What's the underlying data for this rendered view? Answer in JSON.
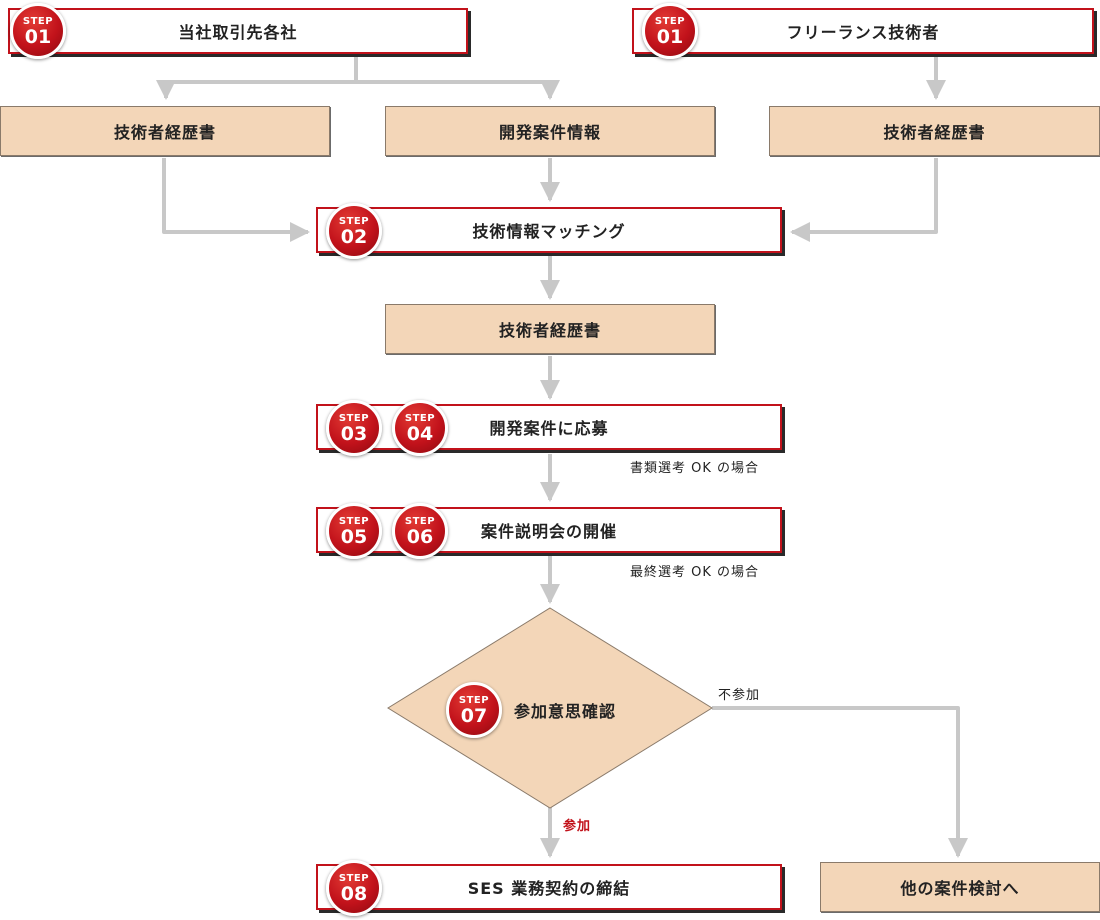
{
  "badge_label": "STEP",
  "nodes": {
    "client_company": {
      "label": "当社取引先各社",
      "step": "01"
    },
    "freelance_engineer": {
      "label": "フリーランス技術者",
      "step": "01"
    },
    "resume_left": {
      "label": "技術者経歴書"
    },
    "project_info": {
      "label": "開発案件情報"
    },
    "resume_right": {
      "label": "技術者経歴書"
    },
    "matching": {
      "label": "技術情報マッチング",
      "step": "02"
    },
    "resume_center": {
      "label": "技術者経歴書"
    },
    "apply": {
      "label": "開発案件に応募",
      "steps": [
        "03",
        "04"
      ]
    },
    "briefing": {
      "label": "案件説明会の開催",
      "steps": [
        "05",
        "06"
      ]
    },
    "intent_check": {
      "label": "参加意思確認",
      "step": "07"
    },
    "contract": {
      "label": "SES 業務契約の締結",
      "step": "08"
    },
    "other_projects": {
      "label": "他の案件検討へ"
    }
  },
  "notes": {
    "doc_screening_ok": "書類選考 OK の場合",
    "final_screening_ok": "最終選考 OK の場合",
    "join": "参加",
    "not_join": "不参加"
  },
  "colors": {
    "accent_red": "#c2121b",
    "doc_fill": "#f3d6b8",
    "connector_gray": "#c8c8c8"
  }
}
